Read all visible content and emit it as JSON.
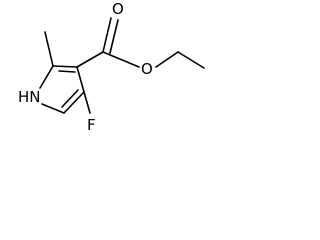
{
  "molecule": {
    "atoms": {
      "nh": "HN",
      "carbonyl_oxygen": "O",
      "ester_oxygen": "O",
      "fluorine": "F"
    }
  }
}
